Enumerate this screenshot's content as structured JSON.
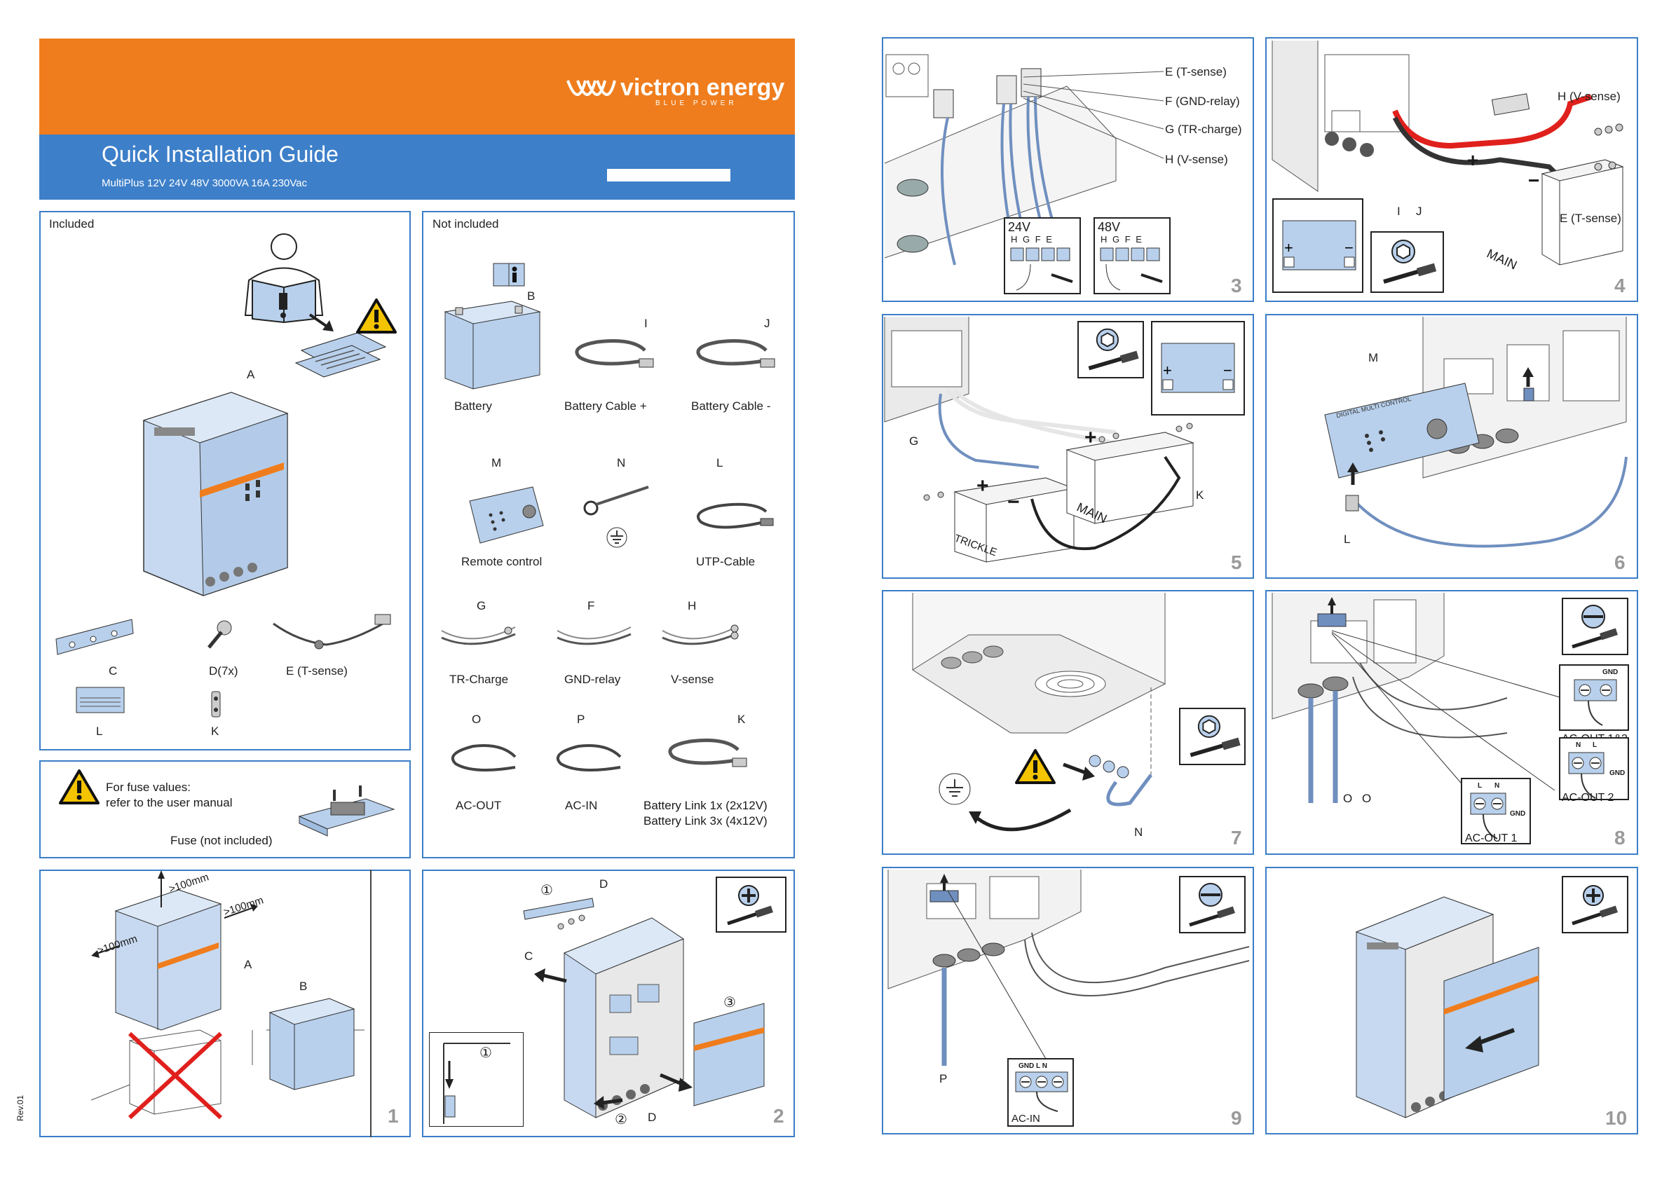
{
  "header": {
    "brand": "victron energy",
    "brand_sub": "BLUE POWER",
    "title": "Quick Installation Guide",
    "subtitle": "MultiPlus 12V 24V 48V 3000VA 16A 230Vac",
    "orange": "#ef7d1d",
    "blue": "#3d7fc9"
  },
  "included": {
    "heading": "Included",
    "labels": {
      "A": "A",
      "C": "C",
      "D": "D(7x)",
      "E": "E (T-sense)",
      "L": "L",
      "K": "K"
    }
  },
  "not_included": {
    "heading": "Not included",
    "items": {
      "battery": {
        "letter": "B",
        "caption": "Battery"
      },
      "cable_plus": {
        "letter": "I",
        "caption": "Battery Cable +"
      },
      "cable_minus": {
        "letter": "J",
        "caption": "Battery Cable -"
      },
      "remote": {
        "letter": "M",
        "caption": "Remote control"
      },
      "ground": {
        "letter": "N"
      },
      "utp": {
        "letter": "L",
        "caption": "UTP-Cable"
      },
      "tr_charge": {
        "letter": "G",
        "caption": "TR-Charge"
      },
      "gnd_relay": {
        "letter": "F",
        "caption": "GND-relay"
      },
      "v_sense": {
        "letter": "H",
        "caption": "V-sense"
      },
      "ac_out": {
        "letter": "O",
        "caption": "AC-OUT"
      },
      "ac_in": {
        "letter": "P",
        "caption": "AC-IN"
      },
      "battery_link": {
        "letter": "K",
        "caption_1": "Battery Link 1x (2x12V)",
        "caption_2": "Battery Link 3x (4x12V)"
      }
    }
  },
  "fuse": {
    "line1": "For fuse values:",
    "line2": "refer to the user manual",
    "caption": "Fuse (not included)"
  },
  "step1": {
    "number": "1",
    "clearance": ">100mm",
    "A": "A",
    "B": "B",
    "rev": "Rev.01"
  },
  "step2": {
    "number": "2",
    "C": "C",
    "D": "D",
    "c1": "①",
    "c2": "②",
    "c3": "③"
  },
  "step3": {
    "number": "3",
    "e": "E (T-sense)",
    "f": "F (GND-relay)",
    "g": "G (TR-charge)",
    "h": "H (V-sense)",
    "v24": "24V",
    "v48": "48V",
    "hgfe": "H G F E"
  },
  "step4": {
    "number": "4",
    "h": "H (V-sense)",
    "i": "I",
    "j": "J",
    "e": "E (T-sense)",
    "main": "MAIN",
    "plus": "+",
    "minus": "−"
  },
  "step5": {
    "number": "5",
    "g": "G",
    "k": "K",
    "trickle": "TRICKLE",
    "main": "MAIN",
    "plus": "+",
    "minus": "−"
  },
  "step6": {
    "number": "6",
    "m": "M",
    "l": "L",
    "panel": "DIGITAL MULTI CONTROL"
  },
  "step7": {
    "number": "7",
    "n": "N"
  },
  "step8": {
    "number": "8",
    "o1": "O",
    "o2": "O",
    "ac_out_12": "AC-OUT 1&2",
    "ac_out_2": "AC-OUT 2",
    "ac_out_1": "AC-OUT 1",
    "gnd": "GND",
    "n": "N",
    "l": "L"
  },
  "step9": {
    "number": "9",
    "p": "P",
    "ac_in": "AC-IN",
    "terminal": "GND L N"
  },
  "step10": {
    "number": "10"
  }
}
